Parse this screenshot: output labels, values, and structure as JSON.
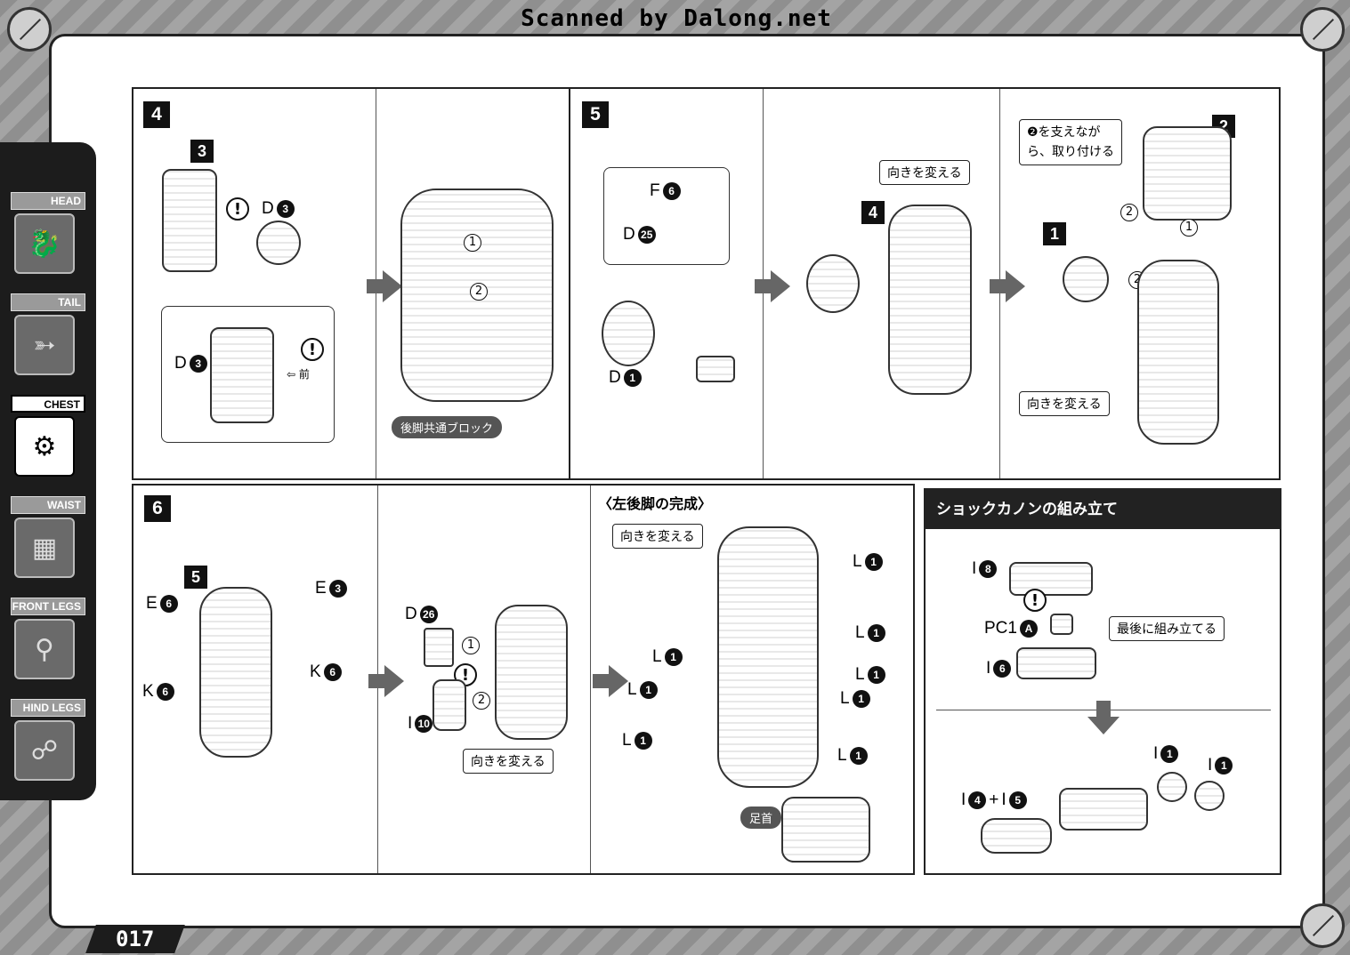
{
  "header": {
    "scan_credit": "Scanned by Dalong.net"
  },
  "page_number": "017",
  "sidebar": {
    "items": [
      {
        "label": "HEAD",
        "icon": "head-icon",
        "active": false
      },
      {
        "label": "TAIL",
        "icon": "tail-icon",
        "active": false
      },
      {
        "label": "CHEST",
        "icon": "chest-icon",
        "active": true
      },
      {
        "label": "WAIST",
        "icon": "waist-icon",
        "active": false
      },
      {
        "label": "FRONT LEGS",
        "icon": "front-legs-icon",
        "active": false
      },
      {
        "label": "HIND LEGS",
        "icon": "hind-legs-icon",
        "active": false
      }
    ]
  },
  "steps": {
    "s4": {
      "number": "4",
      "sub": "3",
      "parts": {
        "d3_a": {
          "letter": "D",
          "num": "3"
        },
        "d3_b": {
          "letter": "D",
          "num": "3"
        }
      },
      "front_label": "⇦ 前",
      "block_label": "後脚共通ブロック",
      "order": [
        "1",
        "2"
      ]
    },
    "s5": {
      "number": "5",
      "sub_4": "4",
      "sub_1": "1",
      "sub_2": "2",
      "parts": {
        "f6": {
          "letter": "F",
          "num": "6"
        },
        "d25": {
          "letter": "D",
          "num": "25"
        },
        "d1": {
          "letter": "D",
          "num": "1"
        }
      },
      "turn_label_1": "向きを変える",
      "support_label": "❷を支えなが\nら、取り付ける",
      "turn_label_2": "向きを変える",
      "order": [
        "2",
        "1",
        "2"
      ]
    },
    "s6": {
      "number": "6",
      "sub": "5",
      "parts": {
        "e6_left": {
          "letter": "E",
          "num": "6"
        },
        "e3": {
          "letter": "E",
          "num": "3"
        },
        "k6_left": {
          "letter": "K",
          "num": "6"
        },
        "k6_right": {
          "letter": "K",
          "num": "6"
        },
        "d26": {
          "letter": "D",
          "num": "26"
        },
        "i10": {
          "letter": "I",
          "num": "10"
        }
      },
      "turn_label": "向きを変える",
      "order": [
        "1",
        "2"
      ]
    },
    "complete": {
      "title": "〈左後脚の完成〉",
      "turn_label": "向きを変える",
      "ankle_label": "足首",
      "l_parts": [
        {
          "letter": "L",
          "num": "1"
        },
        {
          "letter": "L",
          "num": "1"
        },
        {
          "letter": "L",
          "num": "1"
        },
        {
          "letter": "L",
          "num": "1"
        },
        {
          "letter": "L",
          "num": "1"
        },
        {
          "letter": "L",
          "num": "1"
        },
        {
          "letter": "L",
          "num": "1"
        },
        {
          "letter": "L",
          "num": "1"
        }
      ]
    },
    "cannon": {
      "title": "ショックカノンの組み立て",
      "parts": {
        "i8": {
          "letter": "I",
          "num": "8"
        },
        "pc1a": {
          "letter": "PC1",
          "num": "A"
        },
        "i6": {
          "letter": "I",
          "num": "6"
        },
        "i1_a": {
          "letter": "I",
          "num": "1"
        },
        "i1_b": {
          "letter": "I",
          "num": "1"
        },
        "i4": {
          "letter": "I",
          "num": "4"
        },
        "i5": {
          "letter": "I",
          "num": "5"
        }
      },
      "plus": "+",
      "last_label": "最後に組み立てる"
    }
  },
  "colors": {
    "ink": "#111111",
    "frame_bg": "#9a9a9a",
    "panel": "#ffffff",
    "active_nav": "#ffffff"
  }
}
